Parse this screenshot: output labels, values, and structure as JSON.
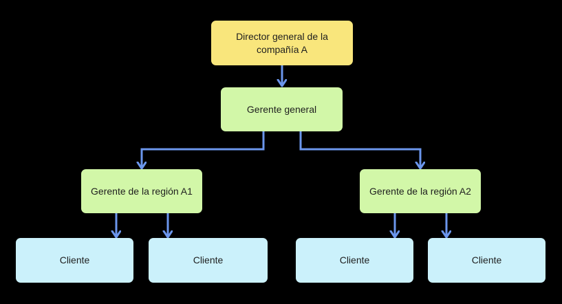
{
  "colors": {
    "background": "#000000",
    "edge": "#6B96EC",
    "text": "#1E1E1E",
    "director_fill": "#F9E67C",
    "gerente_fill": "#D2F7A8",
    "cliente_fill": "#CBF1FB"
  },
  "nodes": {
    "director": {
      "label": "Director general de la compañía A",
      "fill": "#F9E67C"
    },
    "gerente_general": {
      "label": "Gerente general",
      "fill": "#D2F7A8"
    },
    "gerente_region_a1": {
      "label": "Gerente de la región A1",
      "fill": "#D2F7A8"
    },
    "gerente_region_a2": {
      "label": "Gerente de la región A2",
      "fill": "#D2F7A8"
    },
    "cliente_1": {
      "label": "Cliente",
      "fill": "#CBF1FB"
    },
    "cliente_2": {
      "label": "Cliente",
      "fill": "#CBF1FB"
    },
    "cliente_3": {
      "label": "Cliente",
      "fill": "#CBF1FB"
    },
    "cliente_4": {
      "label": "Cliente",
      "fill": "#CBF1FB"
    }
  },
  "edges": [
    {
      "from": "director",
      "to": "gerente_general"
    },
    {
      "from": "gerente_general",
      "to": "gerente_region_a1"
    },
    {
      "from": "gerente_general",
      "to": "gerente_region_a2"
    },
    {
      "from": "gerente_region_a1",
      "to": "cliente_1"
    },
    {
      "from": "gerente_region_a1",
      "to": "cliente_2"
    },
    {
      "from": "gerente_region_a2",
      "to": "cliente_3"
    },
    {
      "from": "gerente_region_a2",
      "to": "cliente_4"
    }
  ]
}
